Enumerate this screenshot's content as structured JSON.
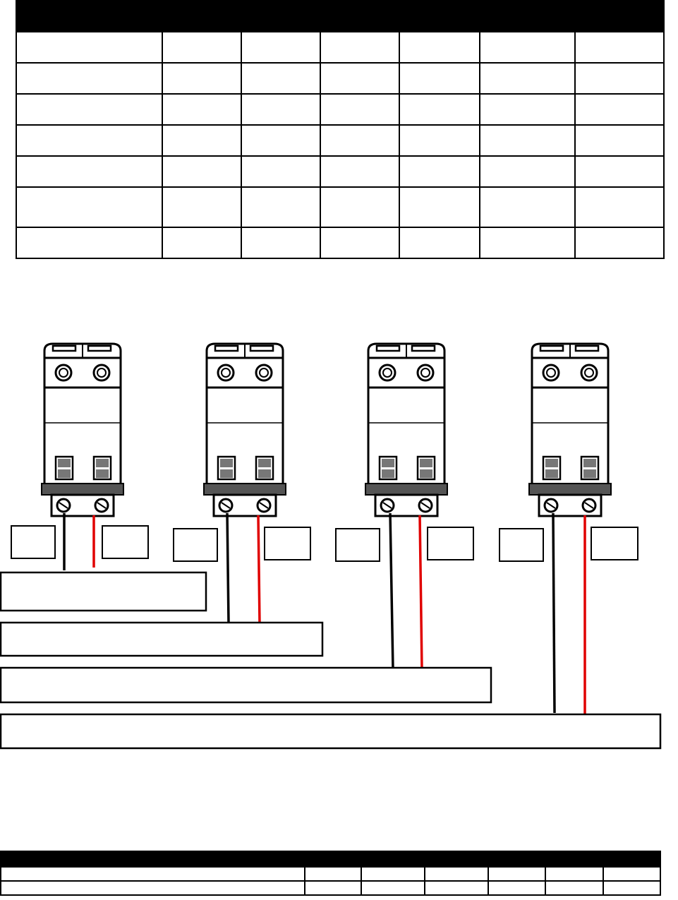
{
  "top_table": {
    "columns": 7,
    "header_cells": [
      "",
      ""
    ],
    "rows": [
      [
        "",
        "",
        "",
        "",
        "",
        "",
        ""
      ],
      [
        "",
        "",
        "",
        "",
        "",
        "",
        ""
      ],
      [
        "",
        "",
        "",
        "",
        "",
        "",
        ""
      ],
      [
        "",
        "",
        "",
        "",
        "",
        "",
        ""
      ],
      [
        "",
        "",
        "",
        "",
        "",
        "",
        ""
      ],
      [
        "",
        "",
        "",
        "",
        "",
        "",
        ""
      ],
      [
        "",
        "",
        "",
        "",
        "",
        "",
        ""
      ]
    ]
  },
  "diagram": {
    "breakers": [
      {
        "id": "breaker-1",
        "left_label": "",
        "right_label": "",
        "destination_label": ""
      },
      {
        "id": "breaker-2",
        "left_label": "",
        "right_label": "",
        "destination_label": ""
      },
      {
        "id": "breaker-3",
        "left_label": "",
        "right_label": "",
        "destination_label": ""
      },
      {
        "id": "breaker-4",
        "left_label": "",
        "right_label": "",
        "destination_label": ""
      }
    ],
    "wire_colors": {
      "negative": "#000000",
      "positive": "#e00000"
    }
  },
  "bottom_table": {
    "columns": 7,
    "rows": [
      [
        "",
        "",
        "",
        "",
        "",
        "",
        ""
      ],
      [
        "",
        "",
        "",
        "",
        "",
        "",
        ""
      ]
    ]
  }
}
